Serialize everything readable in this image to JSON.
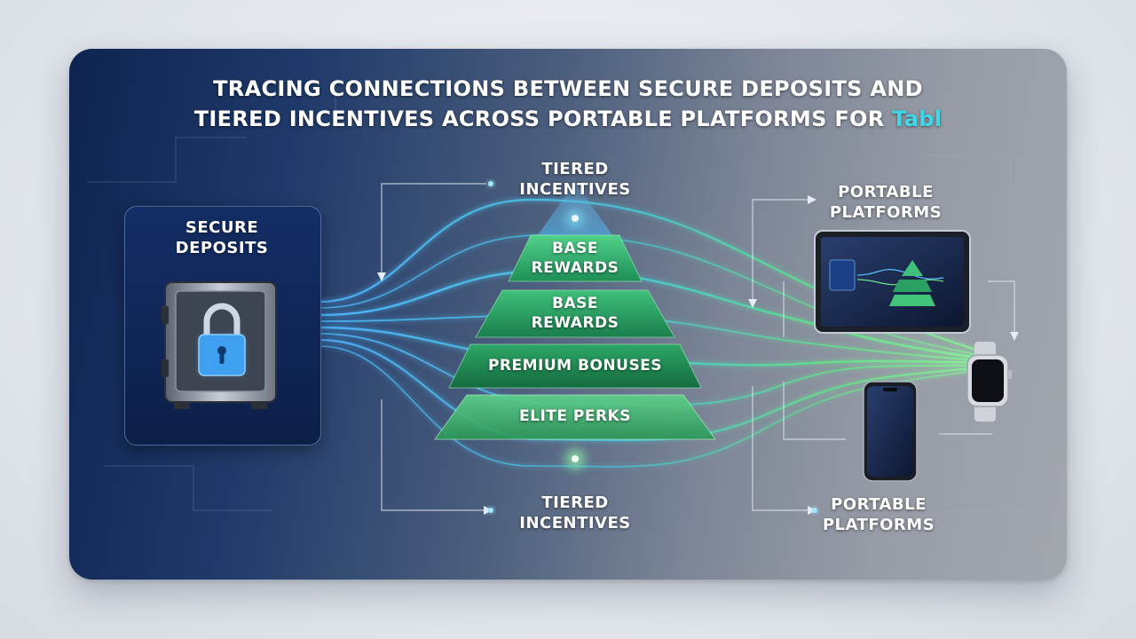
{
  "title": {
    "line1": "TRACING CONNECTIONS BETWEEN SECURE DEPOSITS AND",
    "line2": "TIERED INCENTIVES ACROSS PORTABLE PLATFORMS FOR",
    "brand": "Tabl"
  },
  "deposits": {
    "label_line1": "SECURE",
    "label_line2": "DEPOSITS",
    "icon": "safe-lock-icon"
  },
  "incentives": {
    "top_label_line1": "TIERED",
    "top_label_line2": "INCENTIVES",
    "bottom_label_line1": "TIERED",
    "bottom_label_line2": "INCENTIVES",
    "tiers": [
      {
        "line1": "BASE",
        "line2": "REWARDS"
      },
      {
        "line1": "BASE",
        "line2": "REWARDS"
      },
      {
        "line1": "PREMIUM BONUSES",
        "line2": ""
      },
      {
        "line1": "ELITE PERKS",
        "line2": ""
      }
    ]
  },
  "platforms": {
    "top_label_line1": "PORTABLE",
    "top_label_line2": "PLATFORMS",
    "bottom_label_line1": "PORTABLE",
    "bottom_label_line2": "PLATFORMS",
    "devices": [
      "tablet-icon",
      "smartwatch-icon",
      "smartphone-icon"
    ]
  },
  "colors": {
    "accent_cyan": "#3fd7e8",
    "flow_blue": "#3aa8ff",
    "flow_green": "#5fe07a",
    "tier_green": "#2fae5e"
  }
}
